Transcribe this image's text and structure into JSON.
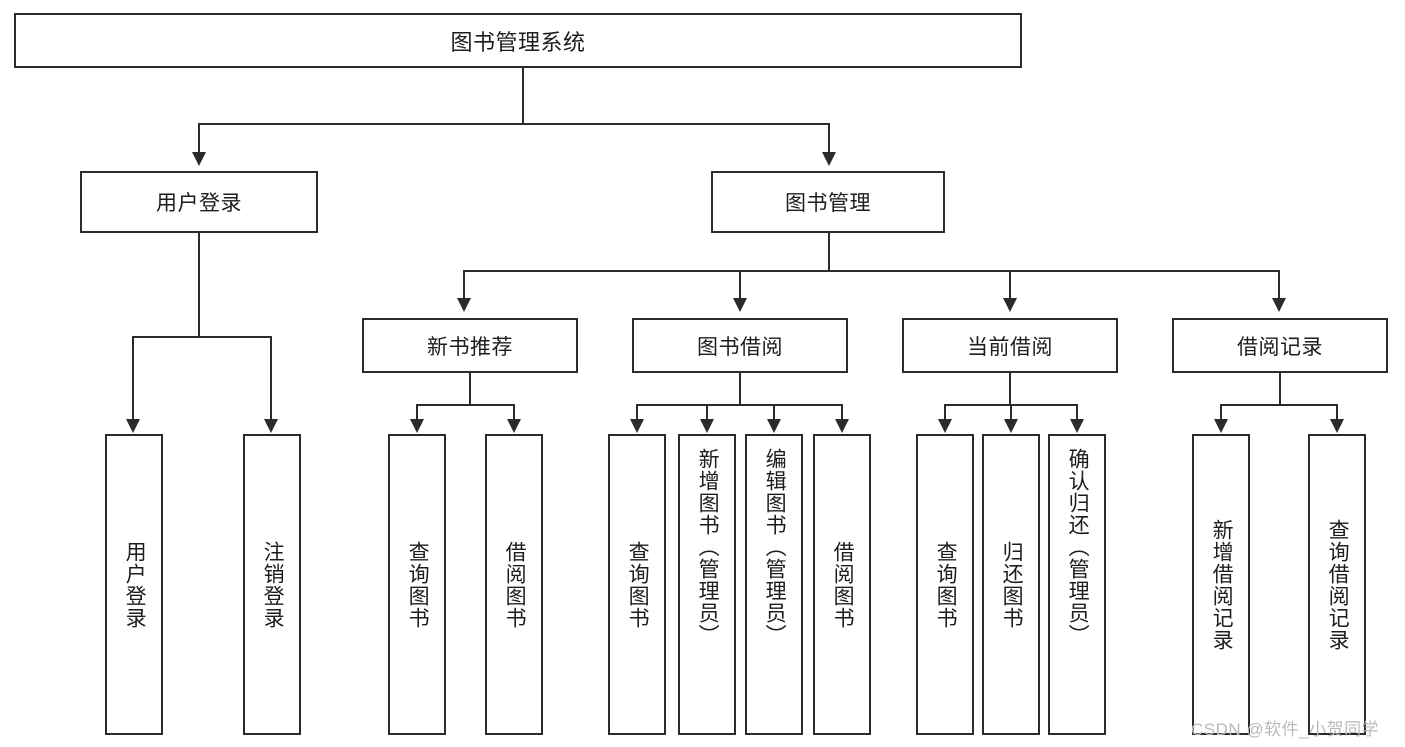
{
  "diagram": {
    "type": "tree-hierarchy-chart",
    "title": "图书管理系统",
    "watermark": "CSDN @软件_小贺同学",
    "colors": {
      "stroke": "#2b2b2b",
      "fill": "#ffffff",
      "text": "#1d1d1d",
      "watermark": "#b9b9b9"
    },
    "levels": {
      "level1": [
        {
          "id": "root",
          "label": "图书管理系统"
        }
      ],
      "level2": [
        {
          "id": "user-login",
          "label": "用户登录"
        },
        {
          "id": "book-manage",
          "label": "图书管理"
        }
      ],
      "level3": [
        {
          "id": "new-book-recommend",
          "label": "新书推荐",
          "parent": "book-manage"
        },
        {
          "id": "book-borrow",
          "label": "图书借阅",
          "parent": "book-manage"
        },
        {
          "id": "current-borrow",
          "label": "当前借阅",
          "parent": "book-manage"
        },
        {
          "id": "borrow-record",
          "label": "借阅记录",
          "parent": "book-manage"
        }
      ],
      "leaves": [
        {
          "id": "leaf-user-login",
          "label": "用户登录",
          "parent": "user-login"
        },
        {
          "id": "leaf-logout",
          "label": "注销登录",
          "parent": "user-login"
        },
        {
          "id": "leaf-query-book-1",
          "label": "查询图书",
          "parent": "new-book-recommend"
        },
        {
          "id": "leaf-borrow-book-1",
          "label": "借阅图书",
          "parent": "new-book-recommend"
        },
        {
          "id": "leaf-query-book-2",
          "label": "查询图书",
          "parent": "book-borrow"
        },
        {
          "id": "leaf-add-book",
          "label": "新增图书（管理员）",
          "parent": "book-borrow"
        },
        {
          "id": "leaf-edit-book",
          "label": "编辑图书（管理员）",
          "parent": "book-borrow"
        },
        {
          "id": "leaf-borrow-book-2",
          "label": "借阅图书",
          "parent": "book-borrow"
        },
        {
          "id": "leaf-query-book-3",
          "label": "查询图书",
          "parent": "current-borrow"
        },
        {
          "id": "leaf-return-book",
          "label": "归还图书",
          "parent": "current-borrow"
        },
        {
          "id": "leaf-confirm-return",
          "label": "确认归还（管理员）",
          "parent": "current-borrow"
        },
        {
          "id": "leaf-add-record",
          "label": "新增借阅记录",
          "parent": "borrow-record"
        },
        {
          "id": "leaf-query-record",
          "label": "查询借阅记录",
          "parent": "borrow-record"
        }
      ]
    }
  }
}
